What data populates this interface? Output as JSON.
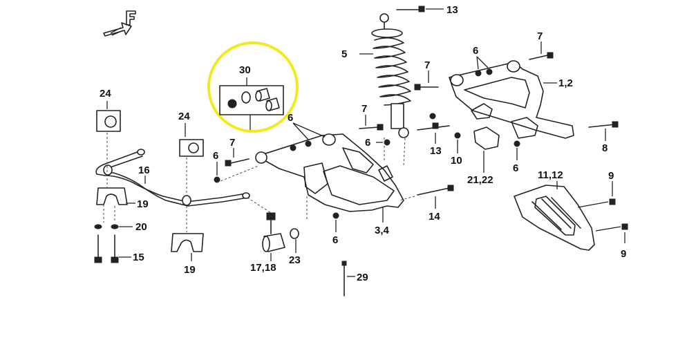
{
  "colors": {
    "highlight": "#f2ea1c",
    "ink": "#222222",
    "background": "#ffffff"
  },
  "icons": {
    "front_direction": "front-arrow-icon"
  },
  "labels": {
    "l13_top": "13",
    "l5": "5",
    "l7_top_right": "7",
    "l6_top_right": "6",
    "l1_2": "1,2",
    "l7_mid": "7",
    "l30": "30",
    "l24_left": "24",
    "l24_mid": "24",
    "l6_center": "6",
    "l7_center": "7",
    "l6_left_arm": "6",
    "l7_shock": "7",
    "l6_shock": "6",
    "l13_mid": "13",
    "l8": "8",
    "l10": "10",
    "l21_22": "21,22",
    "l6_right": "6",
    "l16": "16",
    "l19_left": "19",
    "l20": "20",
    "l15": "15",
    "l19_bottom": "19",
    "l17_18": "17,18",
    "l23": "23",
    "l6_bottom": "6",
    "l3_4": "3,4",
    "l14": "14",
    "l11_12": "11,12",
    "l9_top": "9",
    "l9_bottom": "9",
    "l29": "29"
  }
}
